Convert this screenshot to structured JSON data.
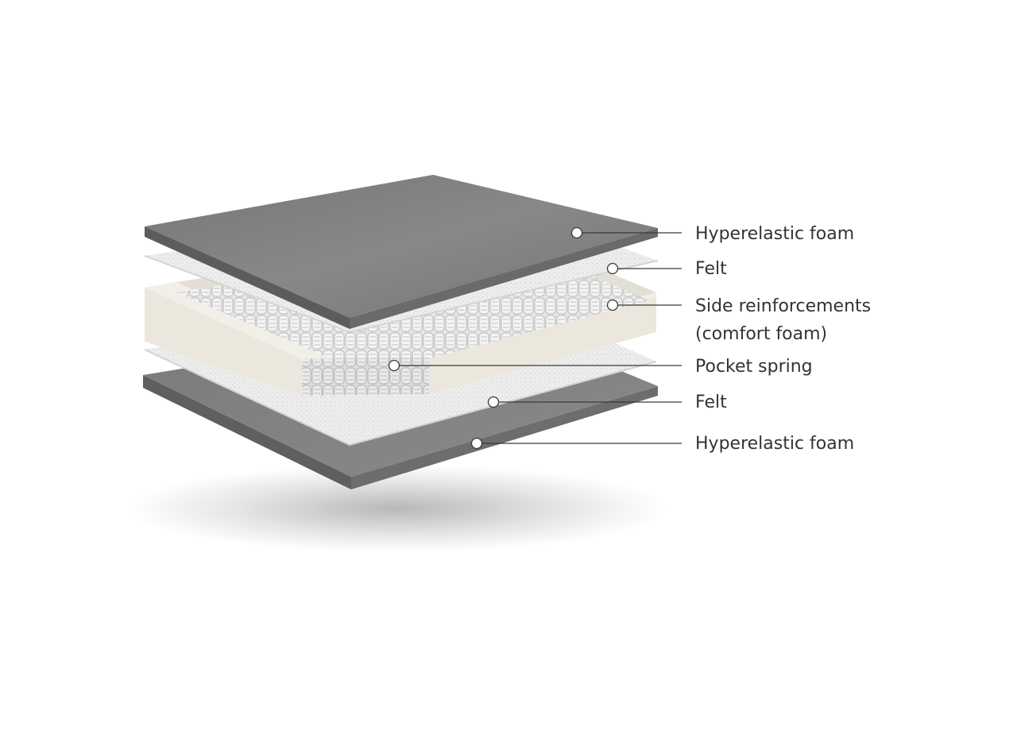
{
  "layers": [
    {
      "id": "top-foam",
      "label": "Hyperelastic foam",
      "label2": ""
    },
    {
      "id": "top-felt",
      "label": "Felt",
      "label2": ""
    },
    {
      "id": "side-reinforcements",
      "label": "Side reinforcements",
      "label2": "(comfort foam)"
    },
    {
      "id": "pocket-spring",
      "label": "Pocket spring",
      "label2": ""
    },
    {
      "id": "bottom-felt",
      "label": "Felt",
      "label2": ""
    },
    {
      "id": "bottom-foam",
      "label": "Hyperelastic foam",
      "label2": ""
    }
  ],
  "colors": {
    "foam": "#7f7f7f",
    "foam_edge": "#5e5e5e",
    "felt": "#ececec",
    "comfort_foam": "#e7e4dc",
    "spring": "#d9d9d9",
    "leader": "#3a3a3a",
    "text": "#333333"
  }
}
